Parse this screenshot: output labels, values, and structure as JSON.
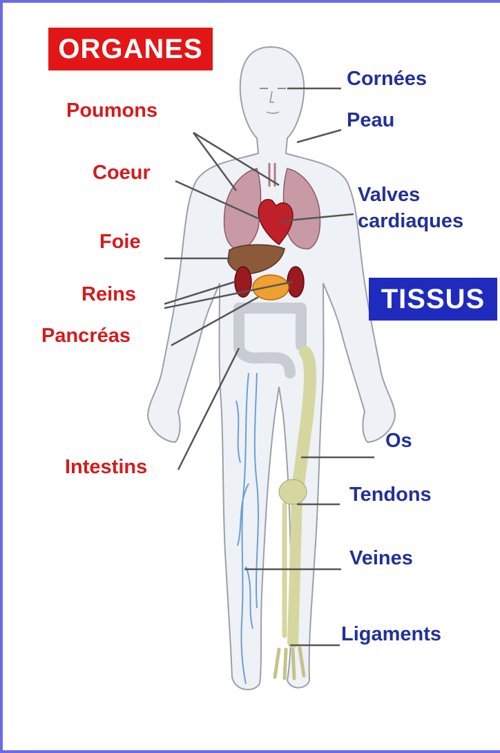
{
  "headers": {
    "organes": "ORGANES",
    "tissus": "TISSUS"
  },
  "organs": {
    "poumons": "Poumons",
    "coeur": "Coeur",
    "foie": "Foie",
    "reins": "Reins",
    "pancreas": "Pancréas",
    "intestins": "Intestins"
  },
  "tissues": {
    "cornees": "Cornées",
    "peau": "Peau",
    "valves_line1": "Valves",
    "valves_line2": "cardiaques",
    "os": "Os",
    "tendons": "Tendons",
    "veines": "Veines",
    "ligaments": "Ligaments"
  },
  "colors": {
    "organ_text": "#d81a1a",
    "tissue_text": "#22309a",
    "organes_header_bg": "#e21616",
    "tissus_header_bg": "#1f2bbd",
    "border": "#6a6ae6",
    "body_fill": "#eef1f5",
    "body_outline": "#9aa0a8",
    "bone": "#d6d6a0",
    "vein": "#6a9fd8",
    "lungs": "#c89aa6",
    "heart": "#c0202a",
    "liver": "#8a5a3a",
    "kidney": "#9a1a20",
    "pancreas": "#f0a030",
    "intestine": "#d9dde2"
  }
}
